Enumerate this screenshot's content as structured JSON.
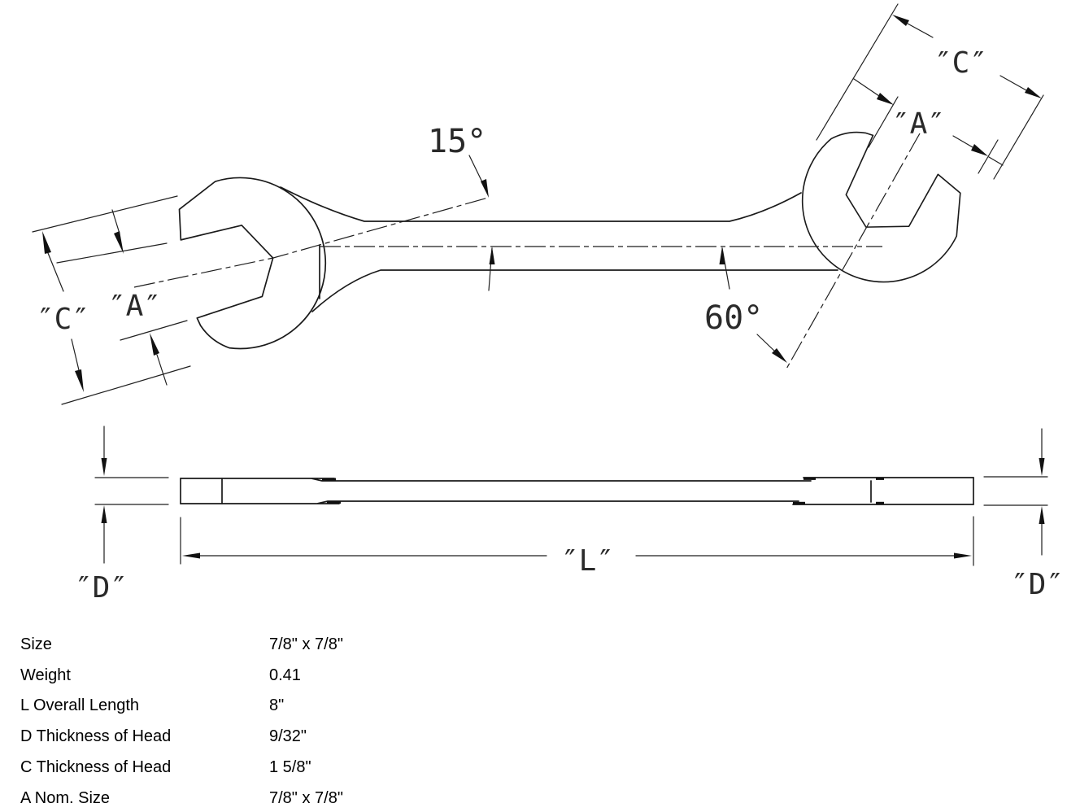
{
  "drawing": {
    "top_view": {
      "left_head": {
        "angle_label": "15°",
        "thickness_label": "″C″",
        "opening_label": "″A″"
      },
      "right_head": {
        "angle_label": "60°",
        "thickness_label": "″C″",
        "opening_label": "″A″"
      }
    },
    "side_view": {
      "length_label": "″L″",
      "thickness_label_left": "″D″",
      "thickness_label_right": "″D″"
    }
  },
  "specs": {
    "rows": [
      {
        "label": "Size",
        "value": "7/8\" x 7/8\""
      },
      {
        "label": "Weight",
        "value": "0.41"
      },
      {
        "label": "L Overall Length",
        "value": "8\""
      },
      {
        "label": "D Thickness of Head",
        "value": "9/32\""
      },
      {
        "label": "C Thickness of Head",
        "value": "1 5/8\""
      },
      {
        "label": "A Nom. Size",
        "value": "7/8\" x 7/8\""
      }
    ]
  }
}
